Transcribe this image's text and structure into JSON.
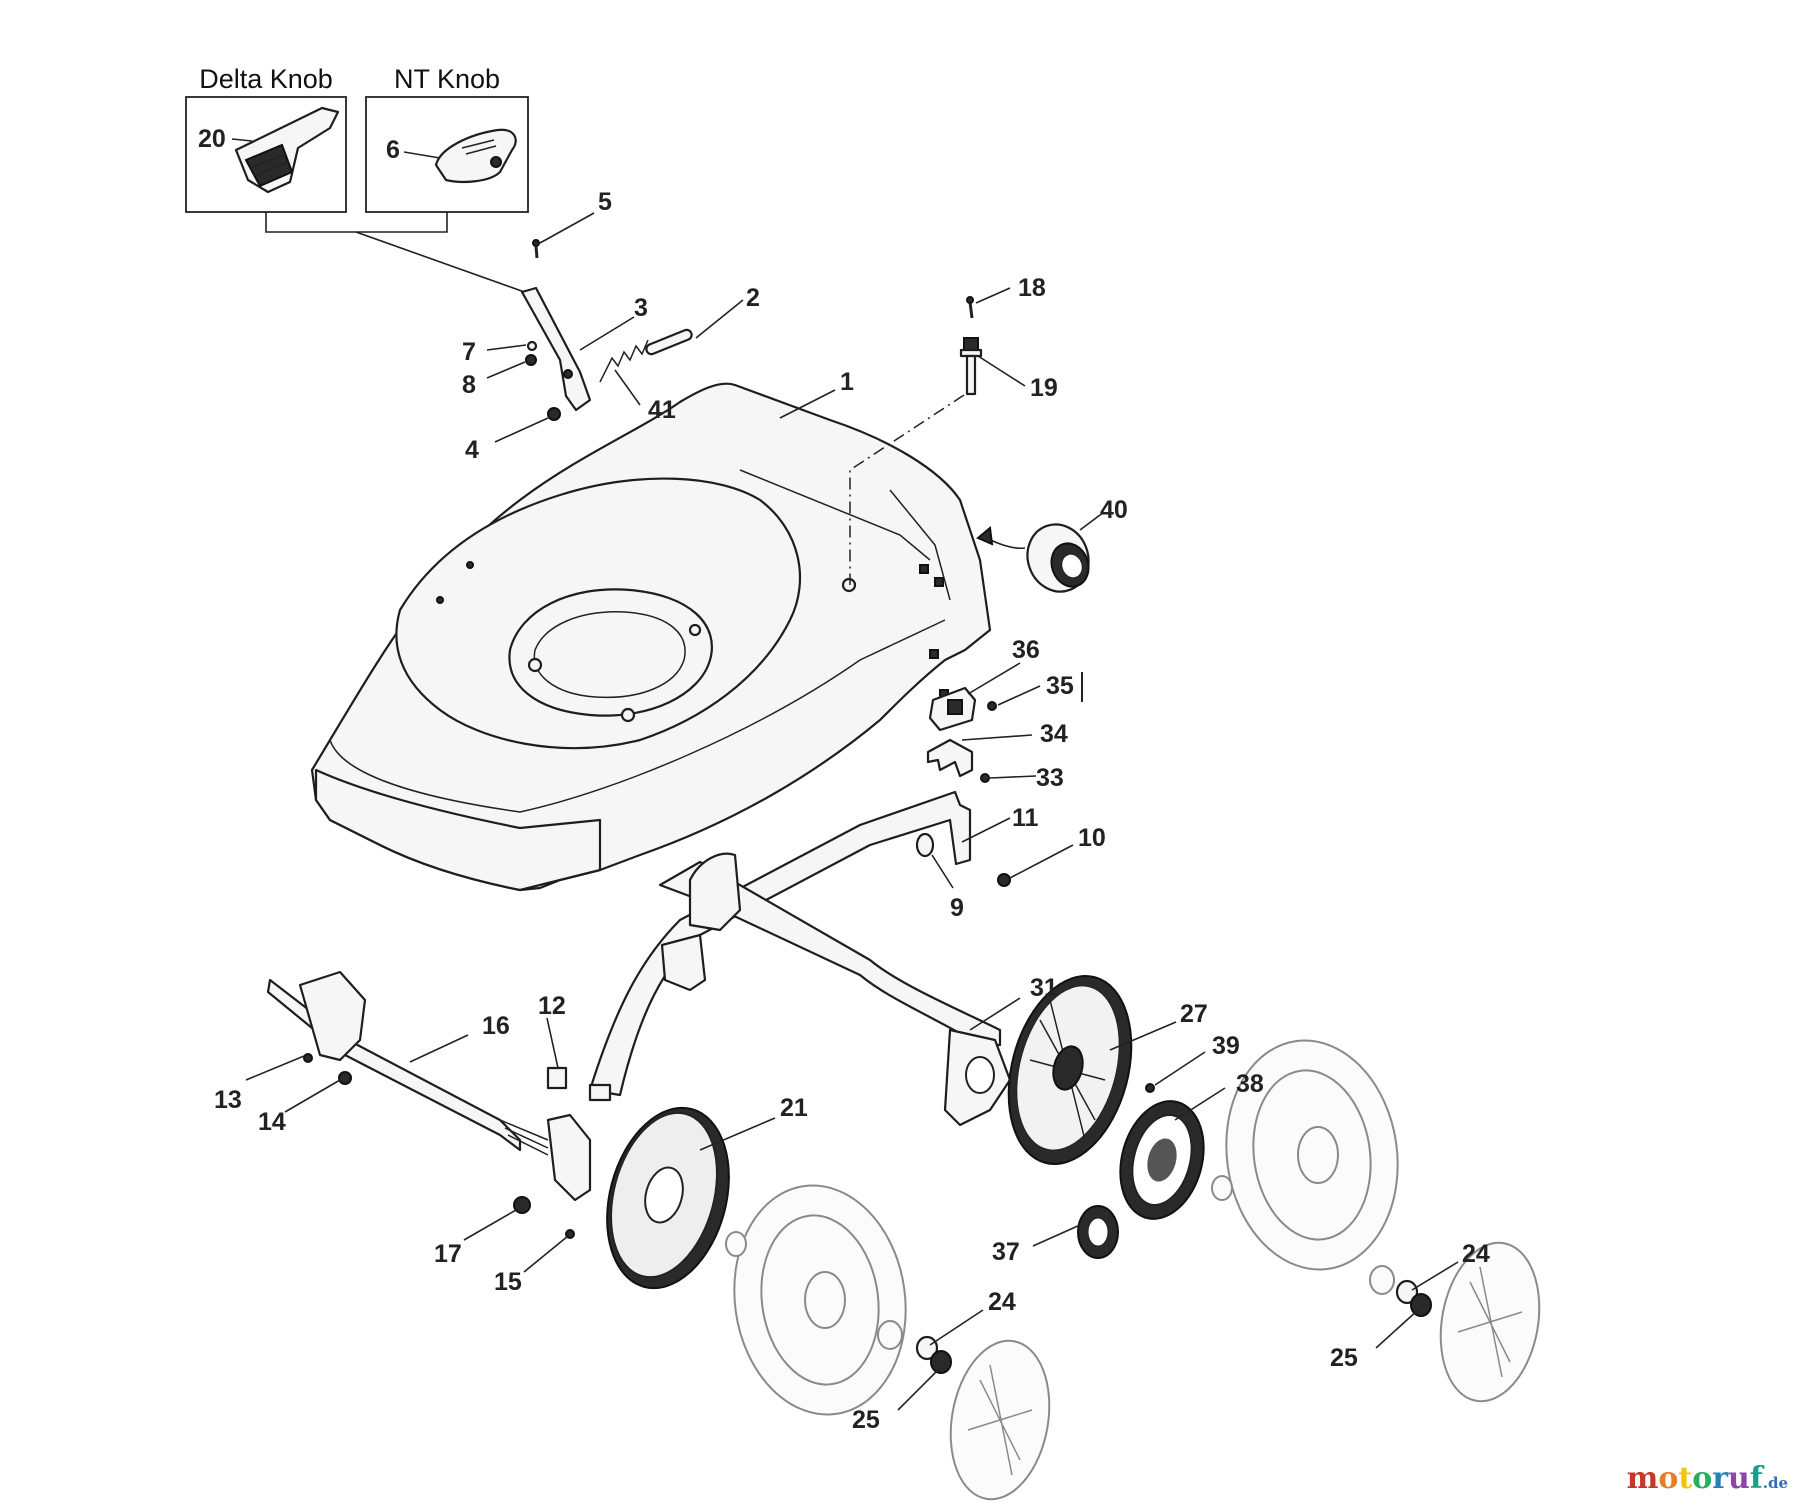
{
  "callouts": {
    "delta_knob": "Delta Knob",
    "nt_knob": "NT Knob",
    "p1": "1",
    "p2": "2",
    "p3": "3",
    "p4": "4",
    "p5": "5",
    "p6": "6",
    "p7": "7",
    "p8": "8",
    "p9": "9",
    "p10": "10",
    "p11": "11",
    "p12": "12",
    "p13": "13",
    "p14": "14",
    "p15": "15",
    "p16": "16",
    "p17": "17",
    "p18": "18",
    "p19": "19",
    "p20": "20",
    "p21": "21",
    "p24a": "24",
    "p24b": "24",
    "p25a": "25",
    "p25b": "25",
    "p27": "27",
    "p31": "31",
    "p33": "33",
    "p34": "34",
    "p35": "35",
    "p36": "36",
    "p37": "37",
    "p38": "38",
    "p39": "39",
    "p40": "40",
    "p41": "41"
  },
  "watermark": {
    "letters": [
      "m",
      "o",
      "t",
      "o",
      "r",
      "u",
      "f"
    ],
    "colors": [
      "#c0392b",
      "#e67e22",
      "#f1c40f",
      "#27ae60",
      "#2980b9",
      "#8e44ad",
      "#16a085"
    ],
    "tld": ".de"
  }
}
